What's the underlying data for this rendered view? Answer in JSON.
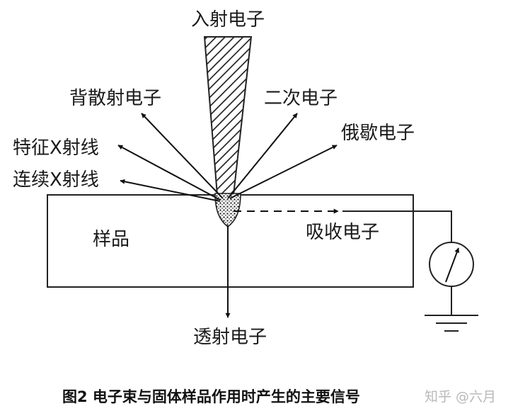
{
  "labels": {
    "incident": "入射电子",
    "backscattered": "背散射电子",
    "secondary": "二次电子",
    "auger": "俄歇电子",
    "characteristic_xray": "特征X射线",
    "continuous_xray": "连续X射线",
    "sample": "样品",
    "absorbed": "吸收电子",
    "transmitted": "透射电子"
  },
  "caption": "图2 电子束与固体样品作用时产生的主要信号",
  "watermark": "知乎 @六月"
}
